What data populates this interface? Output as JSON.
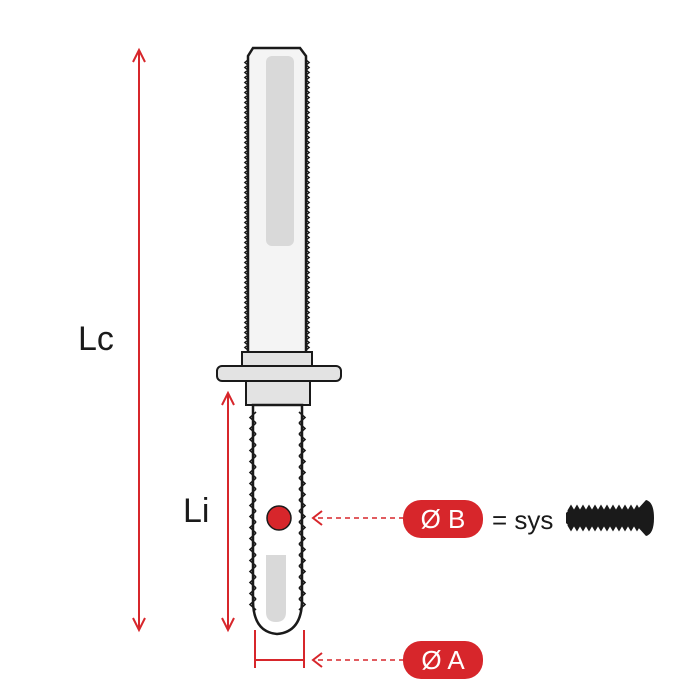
{
  "colors": {
    "accent": "#d7262b",
    "outline": "#1a1a1a",
    "metal_light": "#f2f2f2",
    "metal_shade": "#d6d6d6",
    "washer": "#e3e3e3"
  },
  "labels": {
    "overall_length": "Lc",
    "insertion_length": "Li",
    "diameter_a": "Ø A",
    "diameter_b": "Ø B",
    "equals_text": "= sys"
  },
  "icons": {
    "screw": "screw-icon",
    "hole": "hole-marker-icon"
  }
}
